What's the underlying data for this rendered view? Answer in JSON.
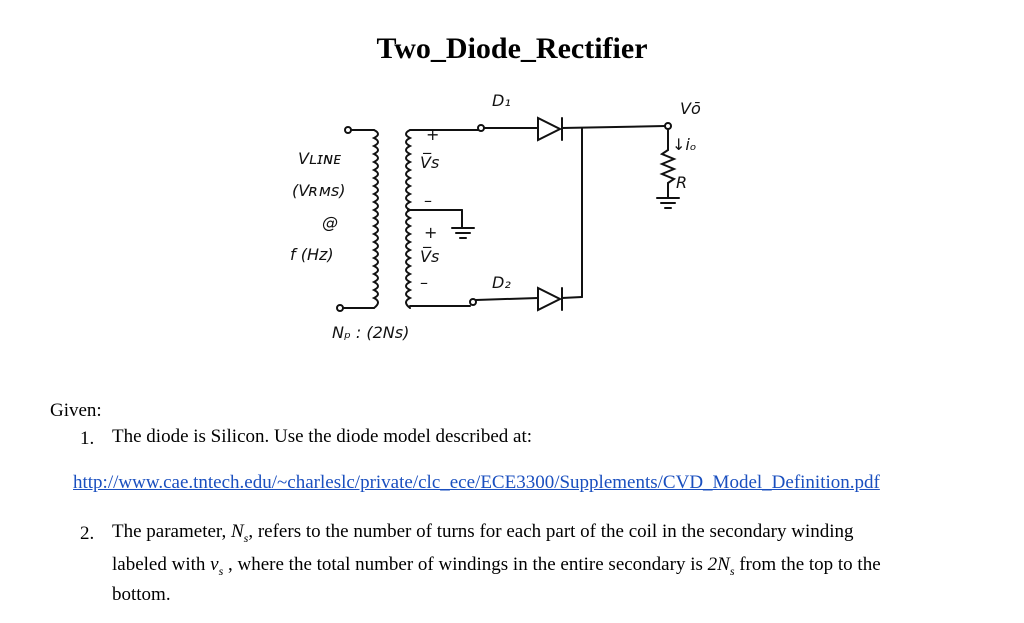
{
  "title": "Two_Diode_Rectifier",
  "circuit": {
    "d1": "D₁",
    "d2": "D₂",
    "vo": "Vō",
    "io": "↓iₒ",
    "r": "R",
    "vline": "Vʟɪɴᴇ",
    "vrms": "(Vʀᴍѕ)",
    "at": "@",
    "freq": "f (Hz)",
    "vs1": "V̅s",
    "vs2": "V̅s",
    "plus1": "+",
    "minus1": "–",
    "plus2": "+",
    "minus2": "–",
    "ratio": "Nₚ : (2Ns)"
  },
  "given": {
    "heading": "Given:",
    "item1_num": "1.",
    "item1_text": "The diode is Silicon. Use the diode model described at:",
    "link": "http://www.cae.tntech.edu/~charleslc/private/clc_ece/ECE3300/Supplements/CVD_Model_Definition.pdf",
    "item2_num": "2.",
    "item2_a": "The parameter,",
    "item2_ns": "N",
    "item2_ns_sub": "s",
    "item2_b": ", refers to the number of turns for each part of the coil in the secondary winding",
    "item2_c": "labeled with",
    "item2_vs": "v",
    "item2_vs_sub": "s",
    "item2_d": ", where the total number of windings in the entire secondary is",
    "item2_2ns": "2N",
    "item2_2ns_sub": "s",
    "item2_e": "from the top to the",
    "item2_f": "bottom."
  }
}
